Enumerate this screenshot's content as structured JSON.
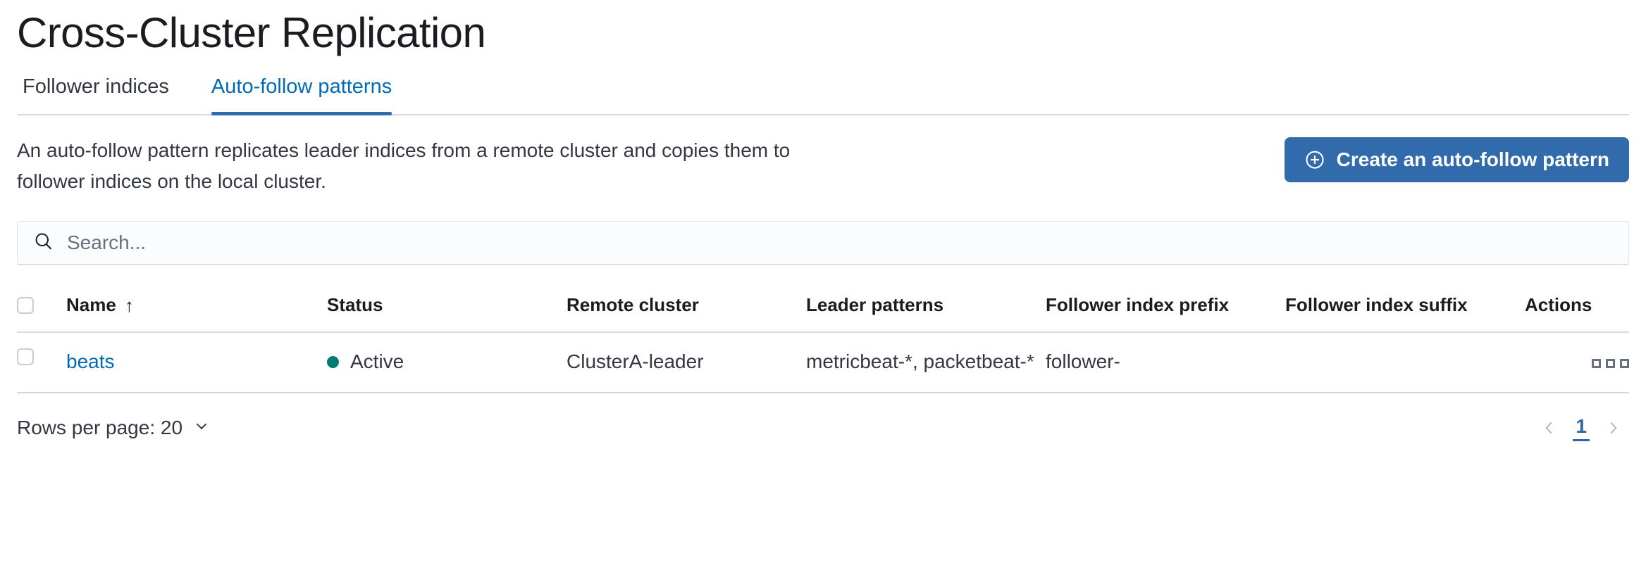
{
  "page": {
    "title": "Cross-Cluster Replication"
  },
  "tabs": [
    {
      "label": "Follower indices",
      "active": false
    },
    {
      "label": "Auto-follow patterns",
      "active": true
    }
  ],
  "intro": {
    "description": "An auto-follow pattern replicates leader indices from a remote cluster and copies them to follower indices on the local cluster.",
    "create_button": {
      "label": "Create an auto-follow pattern",
      "icon": "plus-in-circle-icon",
      "color": "#326bab"
    }
  },
  "search": {
    "placeholder": "Search...",
    "value": "",
    "icon": "search-icon"
  },
  "table": {
    "columns": [
      {
        "key": "name",
        "label": "Name",
        "sorted": true,
        "sort_direction": "asc",
        "sort_icon": "↑"
      },
      {
        "key": "status",
        "label": "Status"
      },
      {
        "key": "remote_cluster",
        "label": "Remote cluster"
      },
      {
        "key": "leader_patterns",
        "label": "Leader patterns"
      },
      {
        "key": "follower_index_prefix",
        "label": "Follower index prefix"
      },
      {
        "key": "follower_index_suffix",
        "label": "Follower index suffix"
      },
      {
        "key": "actions",
        "label": "Actions"
      }
    ],
    "rows": [
      {
        "selected": false,
        "name": "beats",
        "status": "Active",
        "status_color": "#017d73",
        "remote_cluster": "ClusterA-leader",
        "leader_patterns": "metricbeat-*, packetbeat-*",
        "follower_index_prefix": "follower-",
        "follower_index_suffix": "",
        "actions_icon": "ellipsis-actions-icon"
      }
    ]
  },
  "footer": {
    "rows_per_page_label": "Rows per page: 20",
    "rows_per_page_icon": "chevron-down-icon",
    "pagination": {
      "prev_icon": "chevron-left-icon",
      "next_icon": "chevron-right-icon",
      "current_page": "1"
    }
  }
}
